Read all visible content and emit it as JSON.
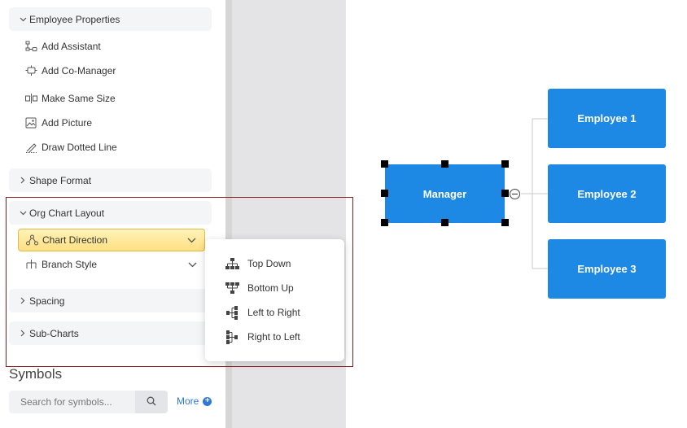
{
  "sidebar": {
    "employee_properties": {
      "title": "Employee Properties",
      "items": [
        "Add Assistant",
        "Add Co-Manager",
        "Make Same Size",
        "Add Picture",
        "Draw Dotted Line"
      ]
    },
    "shape_format": {
      "title": "Shape Format"
    },
    "org_chart_layout": {
      "title": "Org Chart Layout",
      "chart_direction": "Chart Direction",
      "branch_style": "Branch Style"
    },
    "spacing": {
      "title": "Spacing"
    },
    "sub_charts": {
      "title": "Sub-Charts"
    }
  },
  "direction_menu": {
    "options": [
      "Top Down",
      "Bottom Up",
      "Left to Right",
      "Right to Left"
    ]
  },
  "symbols": {
    "title": "Symbols",
    "search_placeholder": "Search for symbols...",
    "more_label": "More"
  },
  "org_chart": {
    "manager": "Manager",
    "employees": [
      "Employee 1",
      "Employee 2",
      "Employee 3"
    ]
  },
  "colors": {
    "node_fill": "#1e88e5",
    "highlight_border": "#8b1a1a",
    "active_dropdown": "#ffe082",
    "link": "#2f78d6"
  }
}
